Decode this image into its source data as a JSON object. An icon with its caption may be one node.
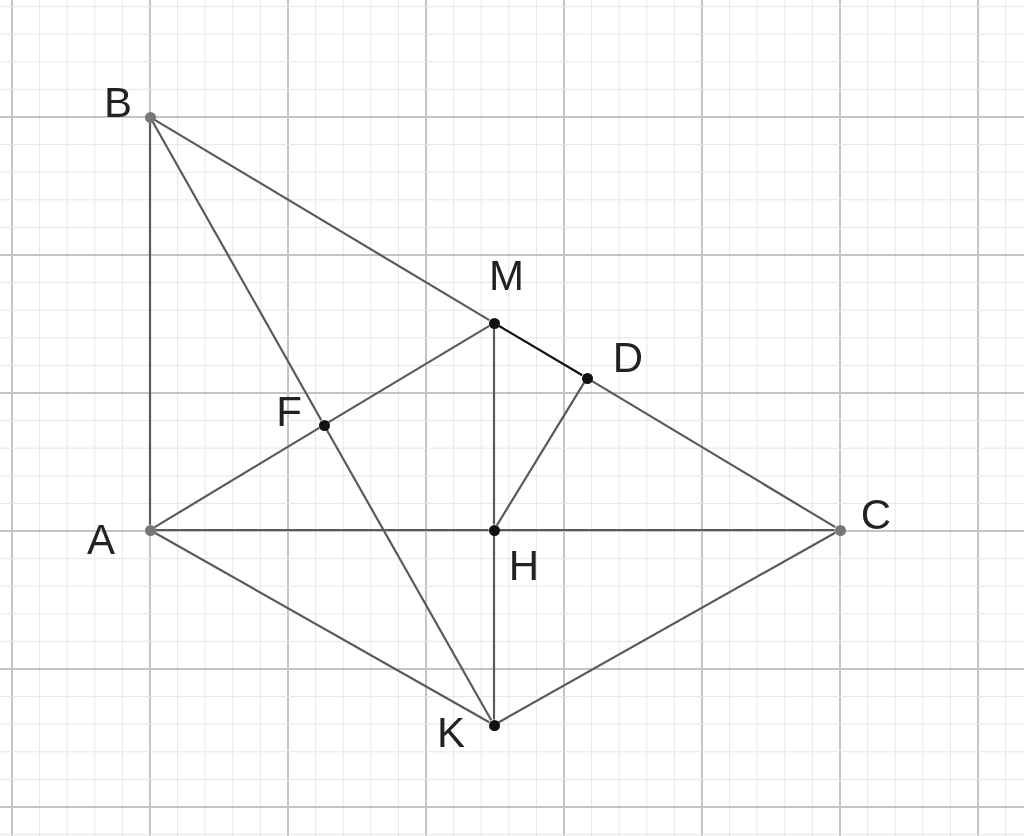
{
  "diagram": {
    "nodes": [
      {
        "text": [
          "B"
        ]
      },
      {
        "text": [
          "M"
        ]
      },
      {
        "text": [
          "D"
        ]
      },
      {
        "text": [
          "F"
        ]
      },
      {
        "text": [
          "A"
        ]
      },
      {
        "text": [
          "C"
        ]
      },
      {
        "text": [
          "H"
        ]
      },
      {
        "text": [
          "K"
        ]
      }
    ],
    "edges": [
      {
        "from": 0,
        "to": 4,
        "arrow": "none"
      },
      {
        "from": 0,
        "to": 1,
        "arrow": "none"
      },
      {
        "from": 1,
        "to": 2,
        "arrow": "none",
        "color": "#111111"
      },
      {
        "from": 2,
        "to": 5,
        "arrow": "none"
      },
      {
        "from": 0,
        "to": 3,
        "arrow": "none"
      },
      {
        "from": 3,
        "to": 7,
        "arrow": "none"
      },
      {
        "from": 4,
        "to": 3,
        "arrow": "none"
      },
      {
        "from": 3,
        "to": 1,
        "arrow": "none"
      },
      {
        "from": 1,
        "to": 6,
        "arrow": "none"
      },
      {
        "from": 6,
        "to": 7,
        "arrow": "none"
      },
      {
        "from": 2,
        "to": 6,
        "arrow": "none"
      },
      {
        "from": 4,
        "to": 6,
        "arrow": "none"
      },
      {
        "from": 6,
        "to": 5,
        "arrow": "none"
      },
      {
        "from": 4,
        "to": 7,
        "arrow": "none"
      },
      {
        "from": 7,
        "to": 5,
        "arrow": "none"
      }
    ]
  }
}
